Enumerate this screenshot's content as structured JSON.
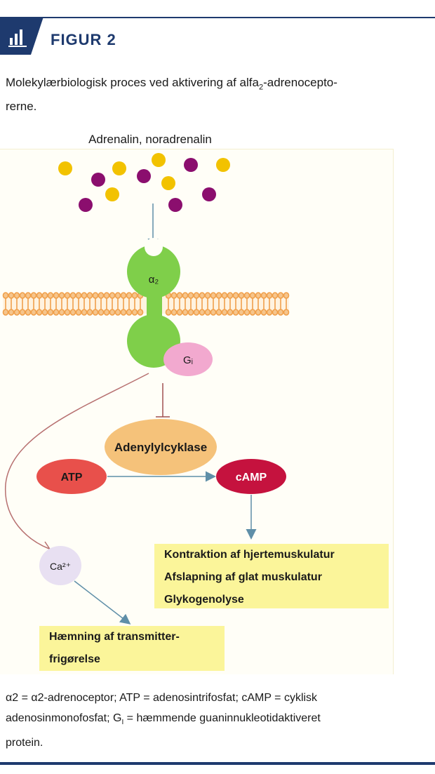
{
  "header": {
    "figure_label": "FIGUR 2",
    "icon": "bar-chart-icon"
  },
  "caption": {
    "text_pre": "Molekylærbiologisk proces ved aktivering af alfa",
    "subscript": "2",
    "text_post": "-adrenocepto-",
    "line2": "rerne."
  },
  "diagram": {
    "ligands_label": "Adrenalin, noradrenalin",
    "receptor_label": "α₂",
    "gi_label": "Gᵢ",
    "enzyme_label": "Adenylylcyklase",
    "atp_label": "ATP",
    "camp_label": "cAMP",
    "calcium_label": "Ca²⁺",
    "effects": [
      "Kontraktion af hjertemuskulatur",
      "Afslapning af glat muskulatur",
      "Glykogenolyse"
    ],
    "inhibition_effect_line1": "Hæmning af transmitter-",
    "inhibition_effect_line2": "frigørelse",
    "colors": {
      "ligand_yellow": "#f2c200",
      "ligand_purple": "#8b0e6e",
      "receptor_green": "#7fcf4a",
      "gi_pink": "#f2a9cf",
      "enzyme_orange": "#f5c27a",
      "atp_red": "#e8504b",
      "camp_crimson": "#c5123e",
      "calcium_lilac": "#e8e0f2",
      "membrane_orange": "#f0a04b",
      "effect_box_yellow": "#fbf59a"
    }
  },
  "legend": {
    "line1": "α2 = α2-adrenoceptor;  ATP = adenosintrifosfat;  cAMP = cyklisk",
    "line2_pre": "adenosinmonofosfat;  G",
    "line2_sub": "I",
    "line2_post": " = hæmmende guaninnukleotidaktiveret",
    "line3": "protein."
  }
}
